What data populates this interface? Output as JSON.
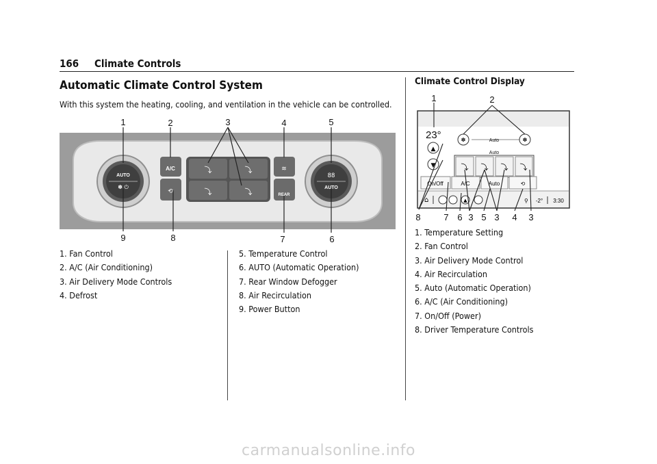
{
  "header": {
    "page_number": "166",
    "chapter": "Climate Controls"
  },
  "section": {
    "title": "Automatic Climate Control System",
    "intro": "With this system the heating, cooling, and ventilation in the vehicle can be controlled."
  },
  "panel": {
    "callouts_top": [
      "1",
      "2",
      "3",
      "4",
      "5"
    ],
    "callouts_bottom": [
      "9",
      "8",
      "7",
      "6"
    ],
    "left_knob_label": "AUTO",
    "ac_label": "A/C",
    "rear_label": "REAR",
    "right_display": "88",
    "right_knob_label": "AUTO"
  },
  "legend_left": {
    "col1": [
      "1. Fan Control",
      "2. A/C (Air Conditioning)",
      "3. Air Delivery Mode Controls",
      "4. Defrost"
    ],
    "col2": [
      "5. Temperature Control",
      "6. AUTO (Automatic Operation)",
      "7. Rear Window Defogger",
      "8. Air Recirculation",
      "9. Power Button"
    ]
  },
  "display": {
    "title": "Climate Control Display",
    "callouts_top": [
      "1",
      "2"
    ],
    "callouts_bottom": [
      "8",
      "7",
      "6",
      "3",
      "5",
      "3",
      "4",
      "3"
    ],
    "temperature": "23°",
    "auto_top": "Auto",
    "auto_mid": "Auto",
    "btn_onoff": "On/Off",
    "btn_ac": "A/C",
    "btn_auto": "Auto",
    "status_temp": "-2°",
    "status_time": "3:30"
  },
  "legend_right": [
    "1. Temperature Setting",
    "2. Fan Control",
    "3. Air Delivery Mode Control",
    "4. Air Recirculation",
    "5. Auto (Automatic Operation)",
    "6. A/C (Air Conditioning)",
    "7. On/Off (Power)",
    "8. Driver Temperature Controls"
  ],
  "watermark": "carmanualsonline.info"
}
